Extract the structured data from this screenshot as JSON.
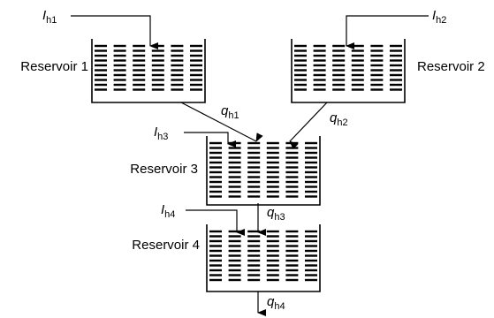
{
  "reservoirs": [
    {
      "id": "r1",
      "label": "Reservoir 1"
    },
    {
      "id": "r2",
      "label": "Reservoir 2"
    },
    {
      "id": "r3",
      "label": "Reservoir 3"
    },
    {
      "id": "r4",
      "label": "Reservoir 4"
    }
  ],
  "inflows": [
    {
      "id": "ih1",
      "symbol": "I",
      "subscript": "h1"
    },
    {
      "id": "ih2",
      "symbol": "I",
      "subscript": "h2"
    },
    {
      "id": "ih3",
      "symbol": "I",
      "subscript": "h3"
    },
    {
      "id": "ih4",
      "symbol": "I",
      "subscript": "h4"
    }
  ],
  "outflows": [
    {
      "id": "qh1",
      "symbol": "q",
      "subscript": "h1"
    },
    {
      "id": "qh2",
      "symbol": "q",
      "subscript": "h2"
    },
    {
      "id": "qh3",
      "symbol": "q",
      "subscript": "h3"
    },
    {
      "id": "qh4",
      "symbol": "q",
      "subscript": "h4"
    }
  ],
  "colors": {
    "line": "#000000",
    "background": "#ffffff"
  }
}
